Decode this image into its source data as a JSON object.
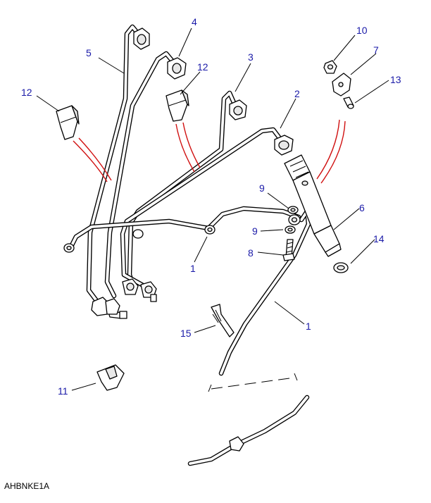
{
  "callouts": {
    "c1a": "1",
    "c1b": "1",
    "c2": "2",
    "c3": "3",
    "c4": "4",
    "c5": "5",
    "c6": "6",
    "c7": "7",
    "c8": "8",
    "c9a": "9",
    "c9b": "9",
    "c10": "10",
    "c11": "11",
    "c12a": "12",
    "c12b": "12",
    "c13": "13",
    "c14": "14",
    "c15": "15"
  },
  "diagram_code": "AHBNKE1A",
  "colors": {
    "callout": "#1a1aa8",
    "guide_lines": "#d01010"
  }
}
